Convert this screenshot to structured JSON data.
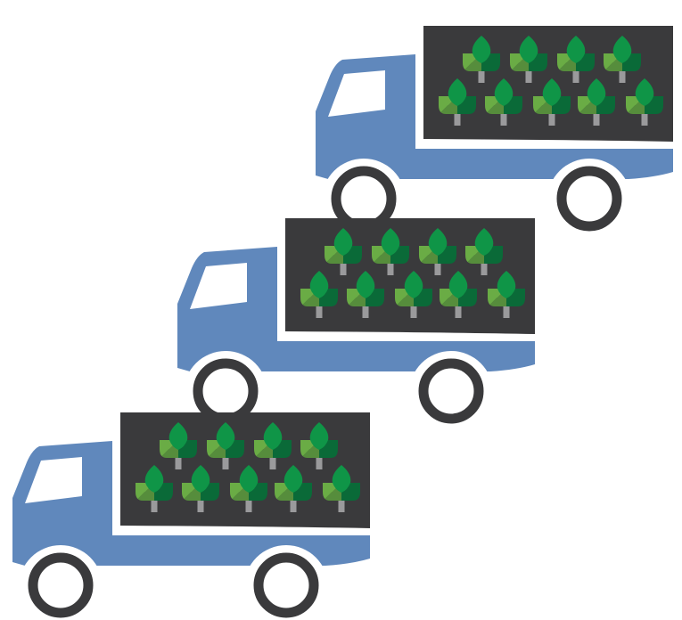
{
  "illustration": {
    "trucks": [
      {
        "plants_top_row": 4,
        "plants_bottom_row": 5
      },
      {
        "plants_top_row": 4,
        "plants_bottom_row": 5
      },
      {
        "plants_top_row": 4,
        "plants_bottom_row": 5
      }
    ],
    "colors": {
      "truck_body": "#6088bc",
      "cargo_box": "#3a3a3c",
      "wheel": "#3a3a3c",
      "leaf_top": "#0f9547",
      "leaf_left_light": "#6aac45",
      "leaf_left_dark": "#568d3c",
      "leaf_right": "#0a6a38",
      "stem": "#9a9a9c"
    }
  }
}
